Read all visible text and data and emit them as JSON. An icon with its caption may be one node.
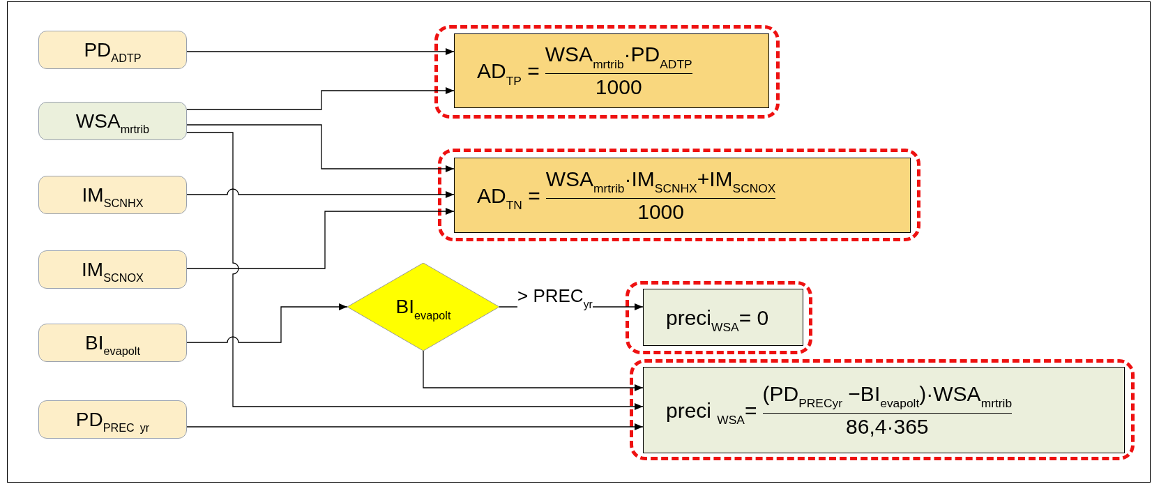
{
  "diagram": {
    "nodes": [
      {
        "text": [
          "PD$_{AD}$$_{TP}$"
        ]
      },
      {
        "text": [
          "WSA$_{mrtrib}$"
        ]
      },
      {
        "text": [
          "IM$_{SCNHX}$"
        ]
      },
      {
        "text": [
          "IM$_{SCNOX}$"
        ]
      },
      {
        "text": [
          "BI$_{evapo}$$_{lt}$"
        ]
      },
      {
        "text": [
          "PD$_{PREC}$ $_{yr}$"
        ]
      },
      {
        "text": [
          "AD$_{TP}$ =",
          "WSA$_{mrtrib}$·PD$_{AD}$$_{TP}$",
          "1000"
        ]
      },
      {
        "text": [
          "AD$_{TN}$ =",
          "WSA$_{mrtrib}$·IM$_{SCNHX}$+IM$_{SCNOX}$",
          "1000"
        ]
      },
      {
        "text": [
          "BI$_{evapo}$$_{lt}$"
        ]
      },
      {
        "text": [
          "preci$_{WSA}$= 0"
        ]
      },
      {
        "text": [
          "preci $_{WSA}$=",
          "(PD$_{PREC}$$_{yr}$ −BI$_{evapo}$$_{lt}$)·WSA$_{mrtrib}$",
          "86,4·365"
        ]
      }
    ],
    "edges": [
      {
        "from": 0,
        "to": 6,
        "arrow": "to"
      },
      {
        "from": 1,
        "to": 6,
        "arrow": "to"
      },
      {
        "from": 1,
        "to": 7,
        "arrow": "to"
      },
      {
        "from": 1,
        "to": 10,
        "arrow": "to"
      },
      {
        "from": 2,
        "to": 7,
        "arrow": "to"
      },
      {
        "from": 3,
        "to": 7,
        "arrow": "to"
      },
      {
        "from": 4,
        "to": 8,
        "arrow": "to"
      },
      {
        "from": 8,
        "to": 9,
        "arrow": "to",
        "label": "> PREC$_{yr}$"
      },
      {
        "from": 8,
        "to": 10,
        "arrow": "to"
      },
      {
        "from": 5,
        "to": 10,
        "arrow": "to"
      }
    ]
  }
}
